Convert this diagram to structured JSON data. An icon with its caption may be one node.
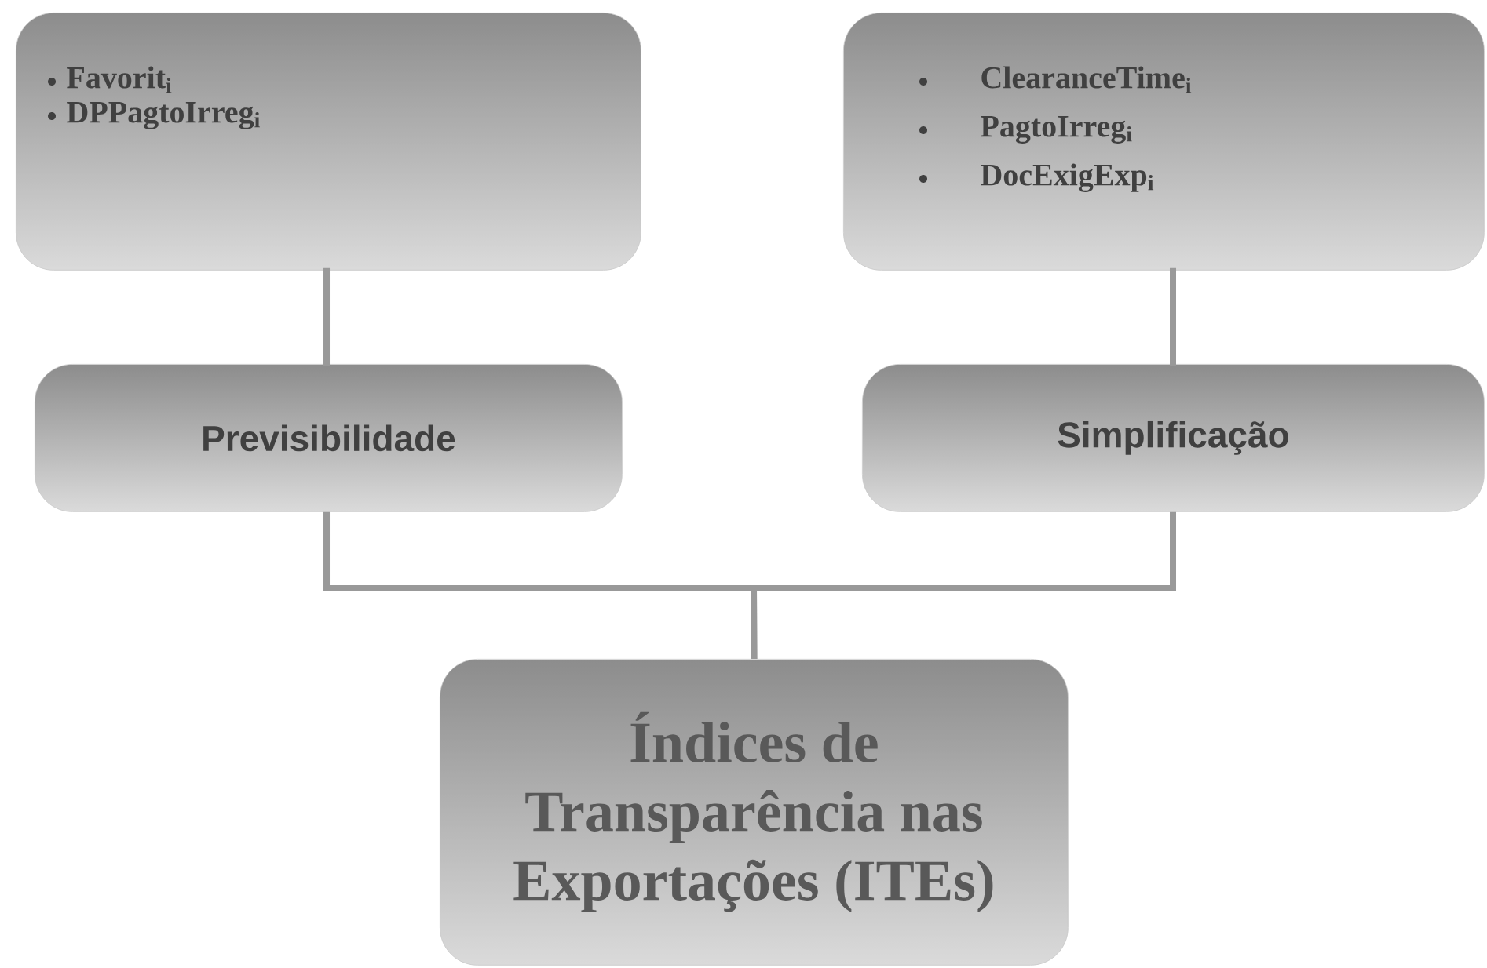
{
  "diagram": {
    "nodes": [
      {
        "text": [
          "Favorit$_{i}$",
          "DPPagtoIrreg$_{i}$"
        ]
      },
      {
        "text": [
          "ClearanceTime$_{i}$",
          "PagtoIrreg$_{i}$",
          "DocExigExp$_{i}$"
        ]
      },
      {
        "text": [
          "Previsibilidade"
        ]
      },
      {
        "text": [
          "Simplificação"
        ]
      },
      {
        "text": [
          "Índices de Transparência nas Exportações (ITEs)"
        ]
      }
    ],
    "edges": [
      {
        "from": 0,
        "to": 2,
        "arrow": "none"
      },
      {
        "from": 1,
        "to": 3,
        "arrow": "none"
      },
      {
        "from": 2,
        "to": 4,
        "arrow": "none"
      },
      {
        "from": 3,
        "to": 4,
        "arrow": "none"
      }
    ]
  }
}
